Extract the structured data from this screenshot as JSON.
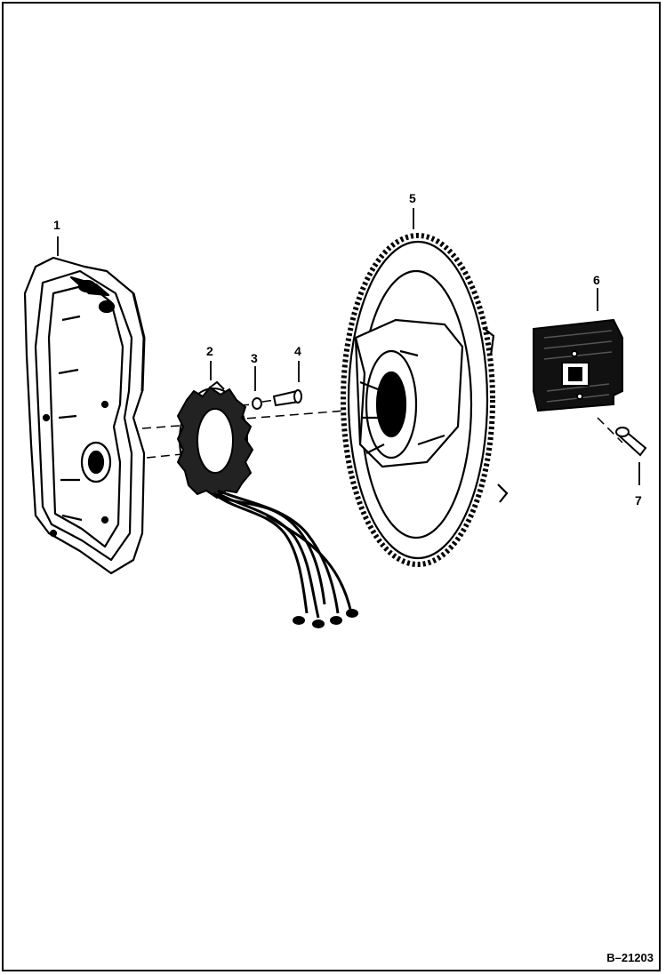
{
  "diagram": {
    "figure_id": "B–21203",
    "callouts": [
      {
        "id": "1",
        "part": "housing"
      },
      {
        "id": "2",
        "part": "stator"
      },
      {
        "id": "3",
        "part": "lock-washer"
      },
      {
        "id": "4",
        "part": "bolt"
      },
      {
        "id": "5",
        "part": "flywheel"
      },
      {
        "id": "6",
        "part": "regulator-rectifier"
      },
      {
        "id": "7",
        "part": "bolt"
      }
    ],
    "ink_color": "#000000",
    "paper_color": "#ffffff"
  }
}
